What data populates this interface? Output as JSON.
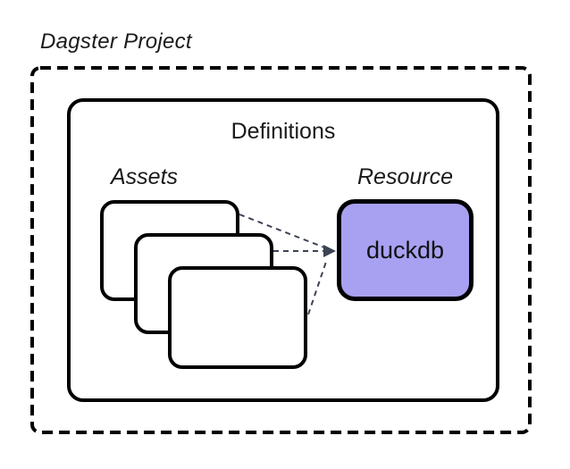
{
  "diagram": {
    "title": "Dagster Project",
    "definitions": {
      "label": "Definitions"
    },
    "assets": {
      "label": "Assets",
      "card_count": 3
    },
    "resource": {
      "label": "Resource",
      "node_label": "duckdb"
    }
  },
  "colors": {
    "background": "#ffffff",
    "outline": "#000000",
    "text": "#1a1a1a",
    "resource_fill": "#a8a1f2",
    "connector": "#3c4454"
  }
}
